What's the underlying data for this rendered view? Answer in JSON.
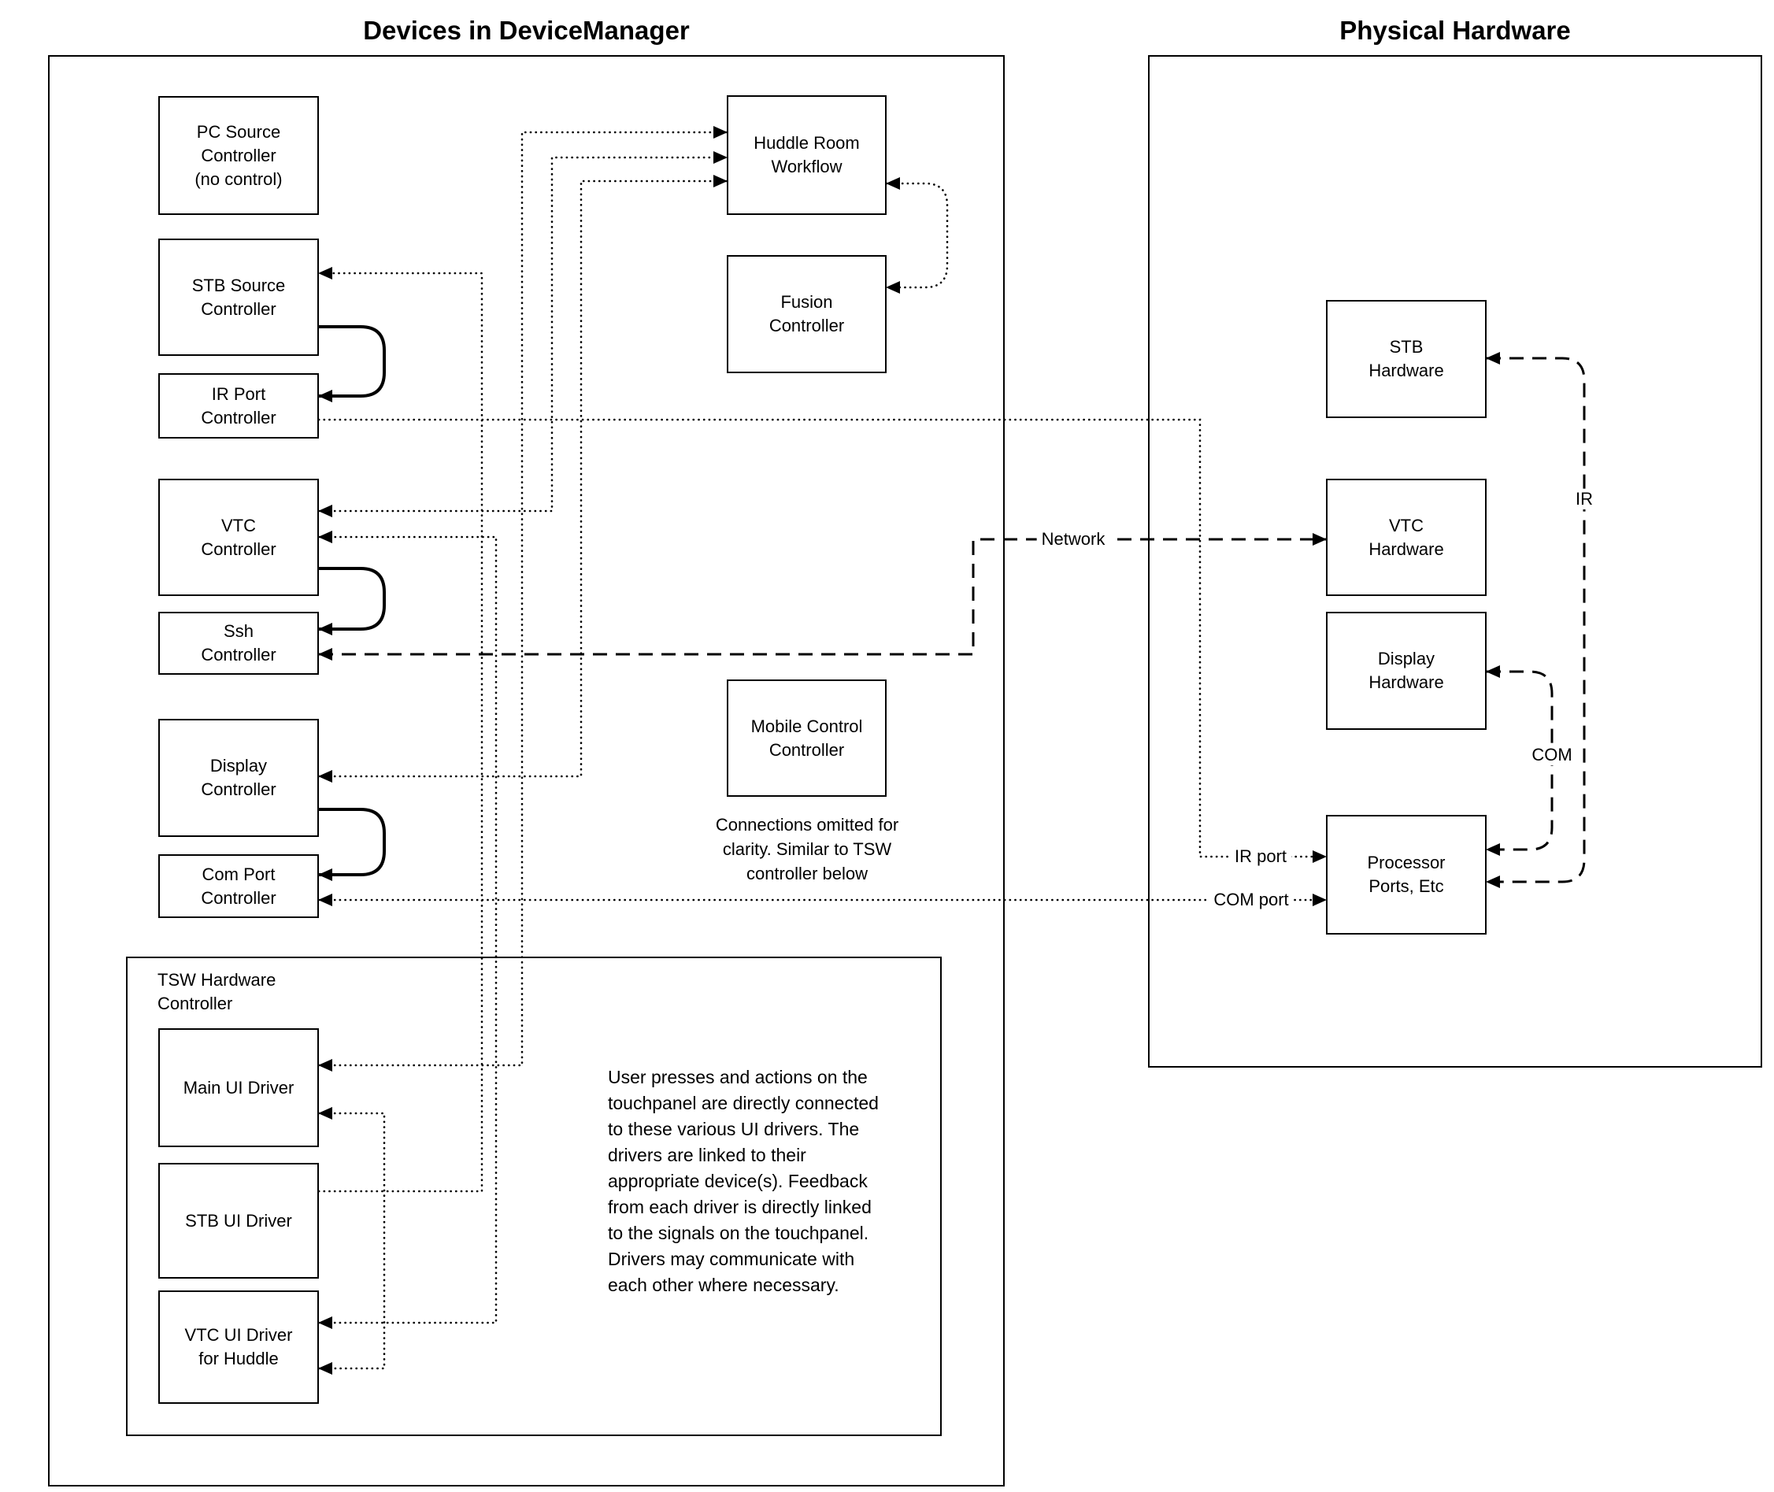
{
  "titles": {
    "device_manager": "Devices in DeviceManager",
    "physical_hardware": "Physical Hardware"
  },
  "device_manager": {
    "pc_source": "PC Source\nController\n(no control)",
    "stb_source": "STB Source\nController",
    "ir_port": "IR Port\nController",
    "vtc": "VTC\nController",
    "ssh": "Ssh\nController",
    "display": "Display\nController",
    "com_port": "Com Port\nController",
    "huddle_room": "Huddle Room\nWorkflow",
    "fusion": "Fusion\nController",
    "mobile_control": "Mobile Control\nController",
    "mobile_note": "Connections omitted for\nclarity. Similar to TSW\ncontroller below",
    "tsw": {
      "label": "TSW Hardware\nController",
      "main_ui": "Main UI Driver",
      "stb_ui": "STB UI Driver",
      "vtc_ui": "VTC UI Driver\nfor Huddle",
      "description": "User presses and actions on the touchpanel are directly connected to these various UI drivers.  The drivers are linked to their appropriate device(s). Feedback from each driver is directly linked to the signals on the touchpanel. Drivers may communicate with each other where necessary."
    }
  },
  "physical_hardware": {
    "stb_hw": "STB\nHardware",
    "vtc_hw": "VTC\nHardware",
    "display_hw": "Display\nHardware",
    "processor": "Processor\nPorts, Etc"
  },
  "edge_labels": {
    "network": "Network",
    "ir": "IR",
    "com": "COM",
    "ir_port": "IR port",
    "com_port": "COM port"
  }
}
